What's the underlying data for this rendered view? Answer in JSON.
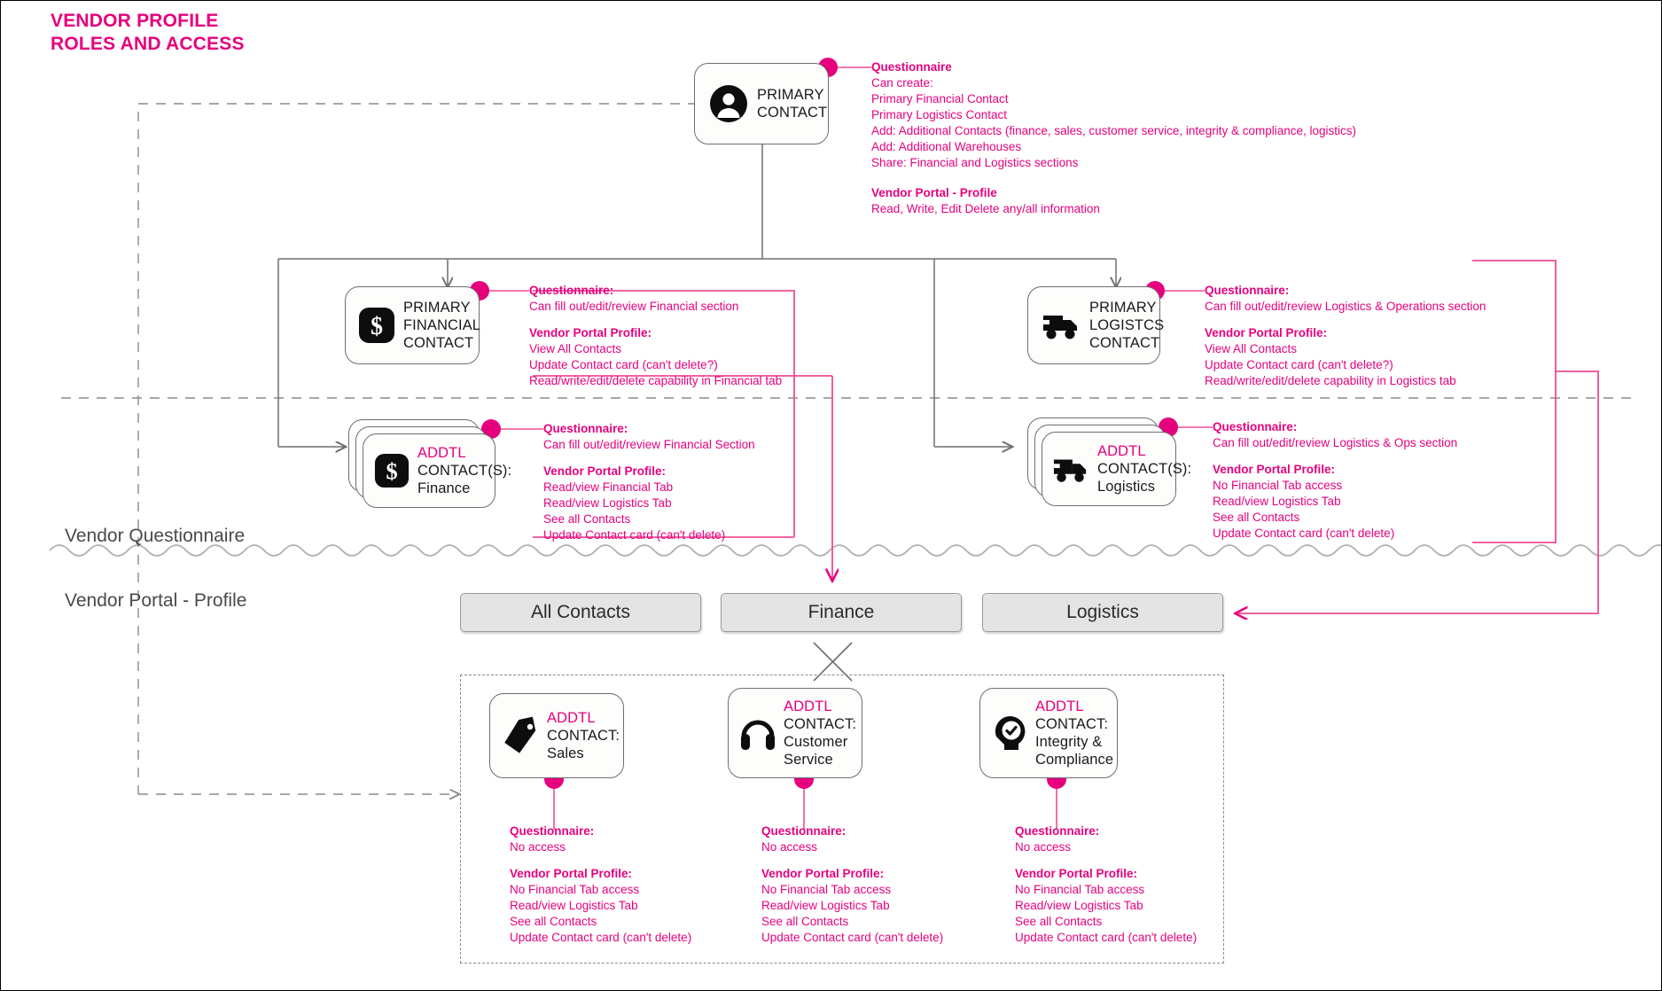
{
  "title": {
    "line1": "VENDOR PROFILE",
    "line2": "ROLES AND ACCESS"
  },
  "colors": {
    "accent": "#e6007e",
    "line_gray": "#6e6e6e",
    "tab_fill": "#e4e4e4",
    "text_dark": "#1a1a1a"
  },
  "section_labels": {
    "questionnaire": "Vendor Questionnaire",
    "portal": "Vendor Portal - Profile"
  },
  "nodes": {
    "primary_contact": {
      "icon": "person-icon",
      "lines": [
        "PRIMARY",
        "CONTACT"
      ]
    },
    "primary_financial": {
      "icon": "dollar-icon",
      "lines": [
        "PRIMARY",
        "FINANCIAL",
        "CONTACT"
      ]
    },
    "primary_logistics": {
      "icon": "truck-icon",
      "lines": [
        "PRIMARY",
        "LOGISTCS",
        "CONTACT"
      ]
    },
    "addtl_finance": {
      "icon": "dollar-icon",
      "addtl": "ADDTL",
      "lines": [
        "CONTACT(S):",
        "Finance"
      ]
    },
    "addtl_logistics": {
      "icon": "truck-icon",
      "addtl": "ADDTL",
      "lines": [
        "CONTACT(S):",
        "Logistics"
      ]
    },
    "addtl_sales": {
      "icon": "tag-icon",
      "addtl": "ADDTL",
      "lines": [
        "CONTACT:",
        "Sales"
      ]
    },
    "addtl_customer_service": {
      "icon": "headphones-icon",
      "addtl": "ADDTL",
      "lines": [
        "CONTACT:",
        "Customer",
        "Service"
      ]
    },
    "addtl_integrity": {
      "icon": "head-check-icon",
      "addtl": "ADDTL",
      "lines": [
        "CONTACT:",
        "Integrity &",
        "Compliance"
      ]
    }
  },
  "annotations": {
    "primary_contact_q": {
      "heading": "Questionnaire",
      "lines": [
        "Can create:",
        "Primary Financial Contact",
        "Primary Logistics Contact",
        "Add: Additional Contacts (finance, sales, customer service, integrity & compliance, logistics)",
        "Add: Additional Warehouses",
        "Share: Financial and Logistics sections"
      ]
    },
    "primary_contact_p": {
      "heading": "Vendor Portal - Profile",
      "lines": [
        "Read, Write, Edit Delete any/all information"
      ]
    },
    "primary_financial": {
      "heading_q": "Questionnaire:",
      "lines_q": [
        "Can fill out/edit/review Financial section"
      ],
      "heading_p": "Vendor Portal Profile:",
      "lines_p": [
        "View All Contacts",
        "Update Contact card (can't delete?)",
        "Read/write/edit/delete capability in Financial tab"
      ]
    },
    "primary_logistics": {
      "heading_q": "Questionnaire:",
      "lines_q": [
        "Can fill out/edit/review Logistics & Operations section"
      ],
      "heading_p": "Vendor Portal Profile:",
      "lines_p": [
        "View All Contacts",
        "Update Contact card (can't delete?)",
        "Read/write/edit/delete capability in Logistics tab"
      ]
    },
    "addtl_finance": {
      "heading_q": "Questionnaire:",
      "lines_q": [
        "Can fill out/edit/review Financial Section"
      ],
      "heading_p": "Vendor Portal Profile:",
      "lines_p": [
        "Read/view Financial Tab",
        "Read/view Logistics Tab",
        "See all Contacts",
        "Update Contact card (can't delete)"
      ]
    },
    "addtl_logistics": {
      "heading_q": "Questionnaire:",
      "lines_q": [
        "Can fill out/edit/review Logistics & Ops section"
      ],
      "heading_p": "Vendor Portal Profile:",
      "lines_p": [
        "No Financial Tab access",
        "Read/view Logistics Tab",
        "See all Contacts",
        "Update Contact card (can't delete)"
      ]
    },
    "addtl_sales": {
      "heading_q": "Questionnaire:",
      "lines_q": [
        "No access"
      ],
      "heading_p": "Vendor Portal Profile:",
      "lines_p": [
        "No Financial Tab access",
        "Read/view Logistics Tab",
        "See all Contacts",
        "Update Contact card (can't delete)"
      ]
    },
    "addtl_customer_service": {
      "heading_q": "Questionnaire:",
      "lines_q": [
        "No access"
      ],
      "heading_p": "Vendor Portal Profile:",
      "lines_p": [
        "No Financial Tab access",
        "Read/view Logistics Tab",
        "See all Contacts",
        "Update Contact card (can't delete)"
      ]
    },
    "addtl_integrity": {
      "heading_q": "Questionnaire:",
      "lines_q": [
        "No access"
      ],
      "heading_p": "Vendor Portal Profile:",
      "lines_p": [
        "No Financial Tab access",
        "Read/view Logistics Tab",
        "See all Contacts",
        "Update Contact card (can't delete)"
      ]
    }
  },
  "tabs": [
    {
      "label": "All Contacts"
    },
    {
      "label": "Finance"
    },
    {
      "label": "Logistics"
    }
  ]
}
